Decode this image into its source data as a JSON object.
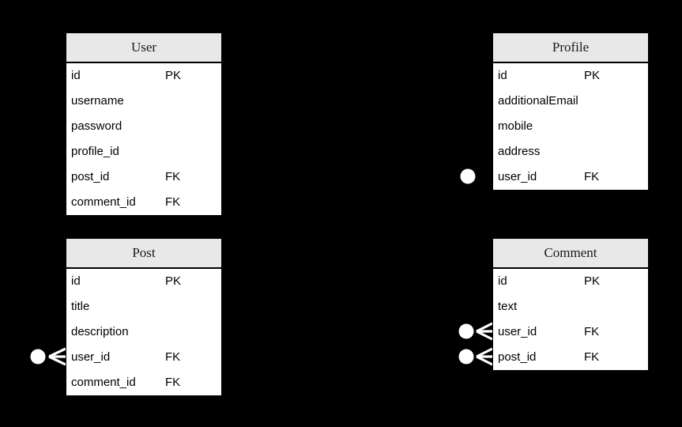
{
  "diagram": {
    "type": "entity-relationship",
    "background_color": "#000000",
    "table_header_bg": "#e8e8e8",
    "table_body_bg": "#ffffff",
    "text_color": "#000000",
    "marker_color": "#ffffff"
  },
  "tables": [
    {
      "name": "User",
      "columns": [
        {
          "name": "id",
          "key": "PK"
        },
        {
          "name": "username",
          "key": ""
        },
        {
          "name": "password",
          "key": ""
        },
        {
          "name": "profile_id",
          "key": ""
        },
        {
          "name": "post_id",
          "key": "FK"
        },
        {
          "name": "comment_id",
          "key": "FK"
        }
      ]
    },
    {
      "name": "Profile",
      "columns": [
        {
          "name": "id",
          "key": "PK"
        },
        {
          "name": "additionalEmail",
          "key": ""
        },
        {
          "name": "mobile",
          "key": ""
        },
        {
          "name": "address",
          "key": ""
        },
        {
          "name": "user_id",
          "key": "FK"
        }
      ]
    },
    {
      "name": "Post",
      "columns": [
        {
          "name": "id",
          "key": "PK"
        },
        {
          "name": "title",
          "key": ""
        },
        {
          "name": "description",
          "key": ""
        },
        {
          "name": "user_id",
          "key": "FK"
        },
        {
          "name": "comment_id",
          "key": "FK"
        }
      ]
    },
    {
      "name": "Comment",
      "columns": [
        {
          "name": "id",
          "key": "PK"
        },
        {
          "name": "text",
          "key": ""
        },
        {
          "name": "user_id",
          "key": "FK"
        },
        {
          "name": "post_id",
          "key": "FK"
        }
      ]
    }
  ],
  "markers": [
    {
      "target_table": "Profile",
      "target_column": "user_id",
      "icon": "zero-circle"
    },
    {
      "target_table": "Post",
      "target_column": "user_id",
      "icon": "zero-circle-crow-foot"
    },
    {
      "target_table": "Comment",
      "target_column": "user_id",
      "icon": "zero-circle-crow-foot"
    },
    {
      "target_table": "Comment",
      "target_column": "post_id",
      "icon": "zero-circle-crow-foot"
    }
  ]
}
